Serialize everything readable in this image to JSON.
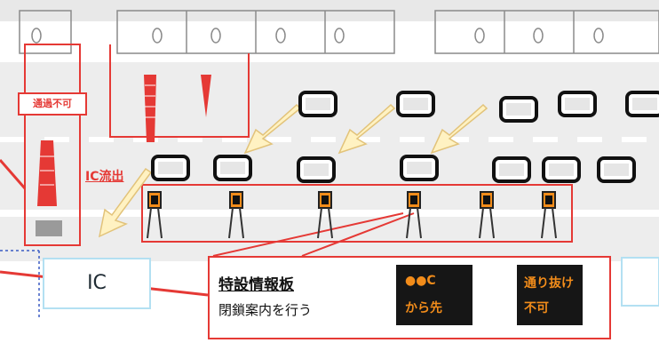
{
  "labels": {
    "no_pass": "通過不可",
    "ic_exit": "IC流出",
    "ic_box": "IC"
  },
  "callout": {
    "title": "特設情報板",
    "subtitle": "閉鎖案内を行う"
  },
  "sign_panels": {
    "ic_line1": "●●C",
    "ic_line2": "から先",
    "no_pass_line1": "通り抜け",
    "no_pass_line2": "不可"
  },
  "colors": {
    "warning_red": "#e53935",
    "arrow_fill": "#fff2c2",
    "arrow_stroke": "#e2c37a",
    "road_lane_line": "#ffffff",
    "road_gray": "#ededed",
    "sign_orange": "#f28c1a",
    "sign_panel_bg": "#161616",
    "ic_box_border": "#b3e0f2"
  },
  "icons": [
    "car-icon",
    "guidance-arrow-icon",
    "cone-icon",
    "sign-stand-icon",
    "cycle-arrows-icon"
  ]
}
